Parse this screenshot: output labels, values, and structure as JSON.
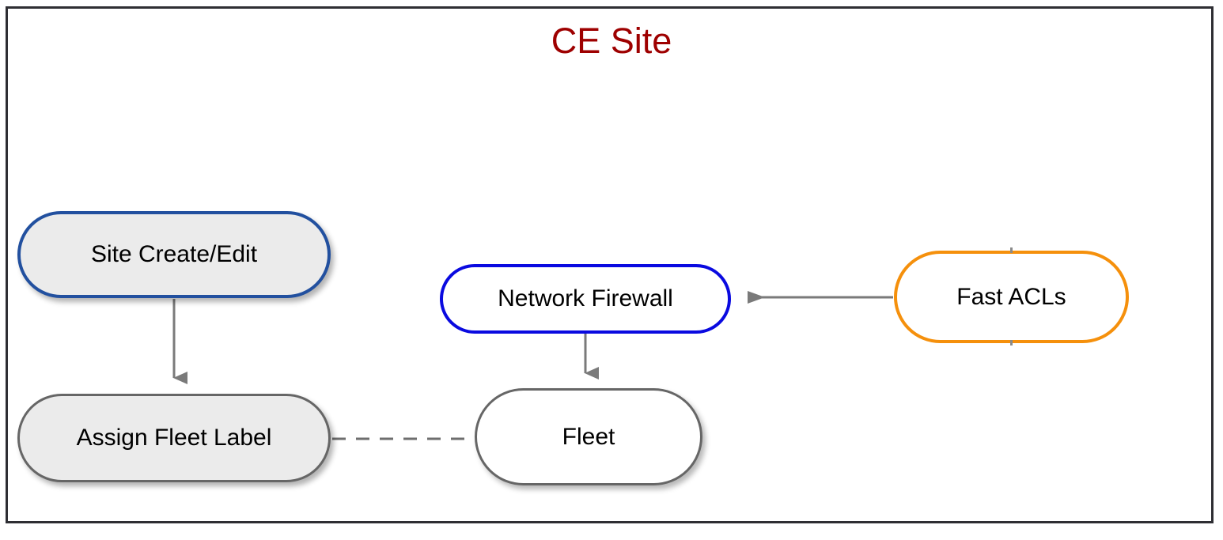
{
  "diagram": {
    "title": "CE Site",
    "title_color": "#9e0000",
    "frame_color": "#2e2e33",
    "background": "#ffffff",
    "type": "flow-diagram",
    "nodes": [
      {
        "id": "site-create-edit",
        "label": "Site Create/Edit",
        "shape": "stadium",
        "border_color": "#22509f",
        "fill_color": "#ebebeb",
        "shadow": true
      },
      {
        "id": "assign-fleet-label",
        "label": "Assign Fleet Label",
        "shape": "stadium",
        "border_color": "#666666",
        "fill_color": "#ebebeb",
        "shadow": true
      },
      {
        "id": "network-firewall",
        "label": "Network Firewall",
        "shape": "stadium",
        "border_color": "#0a0ae0",
        "fill_color": "#ffffff",
        "shadow": false
      },
      {
        "id": "fleet",
        "label": "Fleet",
        "shape": "stadium",
        "border_color": "#666666",
        "fill_color": "#ffffff",
        "shadow": true
      },
      {
        "id": "fast-acls",
        "label": "Fast ACLs",
        "shape": "stadium",
        "border_color": "#f5900c",
        "fill_color": "#ffffff",
        "shadow": false
      }
    ],
    "edges": [
      {
        "id": "edge-site-create-edit-to-assign-fleet-label",
        "from": "site-create-edit",
        "to": "assign-fleet-label",
        "style": "solid",
        "arrow": "end",
        "color": "#7a7a7a",
        "label": ""
      },
      {
        "id": "edge-assign-fleet-label-to-fleet",
        "from": "assign-fleet-label",
        "to": "fleet",
        "style": "dashed",
        "arrow": "none",
        "color": "#6e6e6e",
        "label": ""
      },
      {
        "id": "edge-network-firewall-to-fleet",
        "from": "network-firewall",
        "to": "fleet",
        "style": "solid",
        "arrow": "end",
        "color": "#7a7a7a",
        "label": ""
      },
      {
        "id": "edge-fast-acls-to-network-firewall",
        "from": "fast-acls",
        "to": "network-firewall",
        "style": "solid",
        "arrow": "end",
        "color": "#7a7a7a",
        "label": ""
      }
    ]
  }
}
